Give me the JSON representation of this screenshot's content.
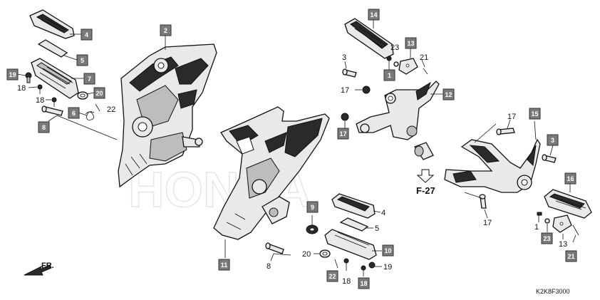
{
  "diagram": {
    "drawing_code": "K2K8F3000",
    "front_marker": "FR.",
    "ref_label": "F-27",
    "watermark": "HONDA"
  },
  "callouts": {
    "c2": "2",
    "c4a": "4",
    "c5a": "5",
    "c19a": "19",
    "c7": "7",
    "c18a": "18",
    "c20a": "20",
    "c18b": "18",
    "c6": "6",
    "c22a": "22",
    "c8a": "8",
    "c14": "14",
    "c13a": "13",
    "c23a": "23",
    "c21a": "21",
    "c3a": "3",
    "c1a": "1",
    "c17a": "17",
    "c12": "12",
    "c17b": "17",
    "c17c": "17",
    "c15": "15",
    "c3b": "3",
    "c16": "16",
    "c17d": "17",
    "c9": "9",
    "c4b": "4",
    "c5b": "5",
    "c11": "11",
    "c8b": "8",
    "c10": "10",
    "c20b": "20",
    "c22b": "22",
    "c18c": "18",
    "c18d": "18",
    "c19b": "19",
    "c1b": "1",
    "c23b": "23",
    "c13b": "13",
    "c21b": "21"
  }
}
